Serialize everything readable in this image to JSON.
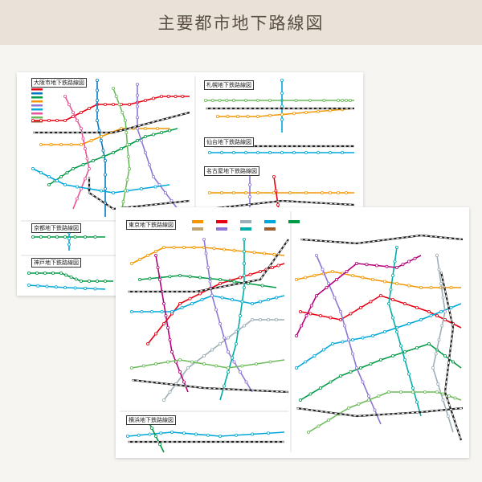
{
  "header": {
    "title": "主要都市地下路線図"
  },
  "back_sheet": {
    "panels": [
      {
        "title": "大阪市地下鉄路線図"
      },
      {
        "title": "札幌地下鉄路線図"
      },
      {
        "title": "仙台地下鉄路線図"
      },
      {
        "title": "名古屋地下鉄路線図"
      },
      {
        "title": "京都地下鉄路線図"
      },
      {
        "title": "神戸地下鉄路線図"
      }
    ]
  },
  "front_sheet": {
    "panels": [
      {
        "title": "東京地下鉄路線図"
      },
      {
        "title": "横浜地下鉄路線図"
      }
    ]
  },
  "colors": {
    "header_bg": "#e9e2d8",
    "page_bg": "#f7f5f1",
    "line_ginza": "#f39700",
    "line_marunouchi": "#e60012",
    "line_hibiya": "#9caeb7",
    "line_tozai": "#00a7db",
    "line_chiyoda": "#009944",
    "line_yurakucho": "#c1a470",
    "line_hanzomon": "#8f76d6",
    "line_namboku": "#00ada9",
    "line_fukutoshin": "#9c5e31",
    "line_asakusa": "#e85298",
    "line_mita": "#0079c2",
    "line_shinjuku": "#6cbb5a",
    "line_oedo": "#b6007a"
  }
}
